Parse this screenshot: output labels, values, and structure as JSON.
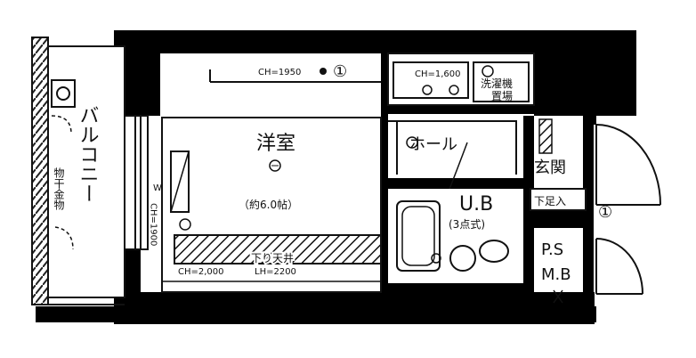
{
  "floorplan": {
    "rooms": {
      "western_room": {
        "name": "洋室",
        "size": "（約6.0帖）"
      },
      "hall": {
        "name": "ホール"
      },
      "entrance": {
        "name": "玄関"
      },
      "balcony": {
        "name": "バルコニー",
        "note": "物干金物"
      },
      "unit_bath": {
        "name": "U.B",
        "toilet_note": "(3点式)"
      },
      "ps_mb": {
        "line1": "P.S",
        "line2": "M.B"
      },
      "washer": {
        "name_line1": "洗濯機",
        "name_line2": "置場"
      },
      "shoe_box": {
        "name": "下足入"
      }
    },
    "annotations": {
      "ch_top": "CH=1950",
      "ch_hall": "CH=1,600",
      "ch_left": "CH=1900",
      "ch_bottom": "CH=2,000",
      "lowered_ceiling": "下り天井",
      "lh": "LH=2200",
      "window_w": "W",
      "circled_one": "①"
    },
    "colors": {
      "wall": "#000000",
      "paper": "#ffffff",
      "line": "#111111"
    }
  }
}
